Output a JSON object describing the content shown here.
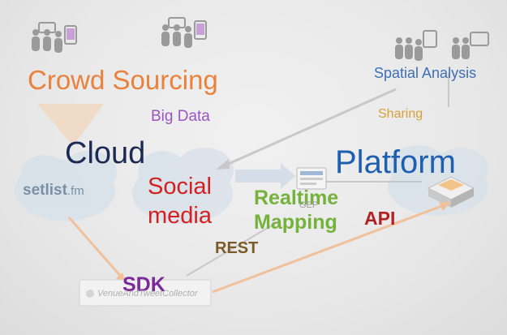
{
  "labels": {
    "crowd_sourcing": "Crowd Sourcing",
    "big_data": "Big Data",
    "cloud": "Cloud",
    "social_line1": "Social",
    "social_line2": "media",
    "spatial_analysis": "Spatial Analysis",
    "sharing": "Sharing",
    "platform": "Platform",
    "realtime_line1": "Realtime",
    "realtime_line2": "Mapping",
    "api": "API",
    "rest": "REST",
    "sdk": "SDK"
  },
  "logos": {
    "setlist_main": "setlist",
    "setlist_suffix": ".fm",
    "gep": "GEP",
    "collector": "VenueAndTweetCollector"
  },
  "colors": {
    "background": "#e9e9e9",
    "cloud_fill": "#d9e2ea",
    "arrow_orange": "#f0c19a",
    "arrow_gray": "#c8c8c8",
    "people_icon": "#9a9a9a"
  }
}
